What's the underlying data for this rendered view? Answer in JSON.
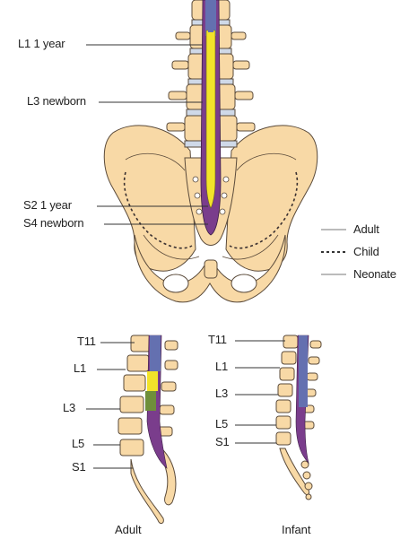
{
  "pelvis_labels": {
    "l1": "L1 1 year",
    "l3": "L3 newborn",
    "s2": "S2 1 year",
    "s4": "S4 newborn"
  },
  "legend": {
    "adult": "Adult",
    "child": "Child",
    "neonate": "Neonate"
  },
  "adult_spine": {
    "t11": "T11",
    "l1": "L1",
    "l3": "L3",
    "l5": "L5",
    "s1": "S1",
    "caption": "Adult"
  },
  "infant_spine": {
    "t11": "T11",
    "l1": "L1",
    "l3": "L3",
    "l5": "L5",
    "s1": "S1",
    "caption": "Infant"
  },
  "colors": {
    "bone": "#f8d9a6",
    "bone_outline": "#5a4a3a",
    "disc": "#cfd9e8",
    "cord_yellow": "#f2e32a",
    "dura_blue": "#6470b0",
    "cauda_purple": "#7a3d8c",
    "conus_green": "#6f8f3a"
  }
}
